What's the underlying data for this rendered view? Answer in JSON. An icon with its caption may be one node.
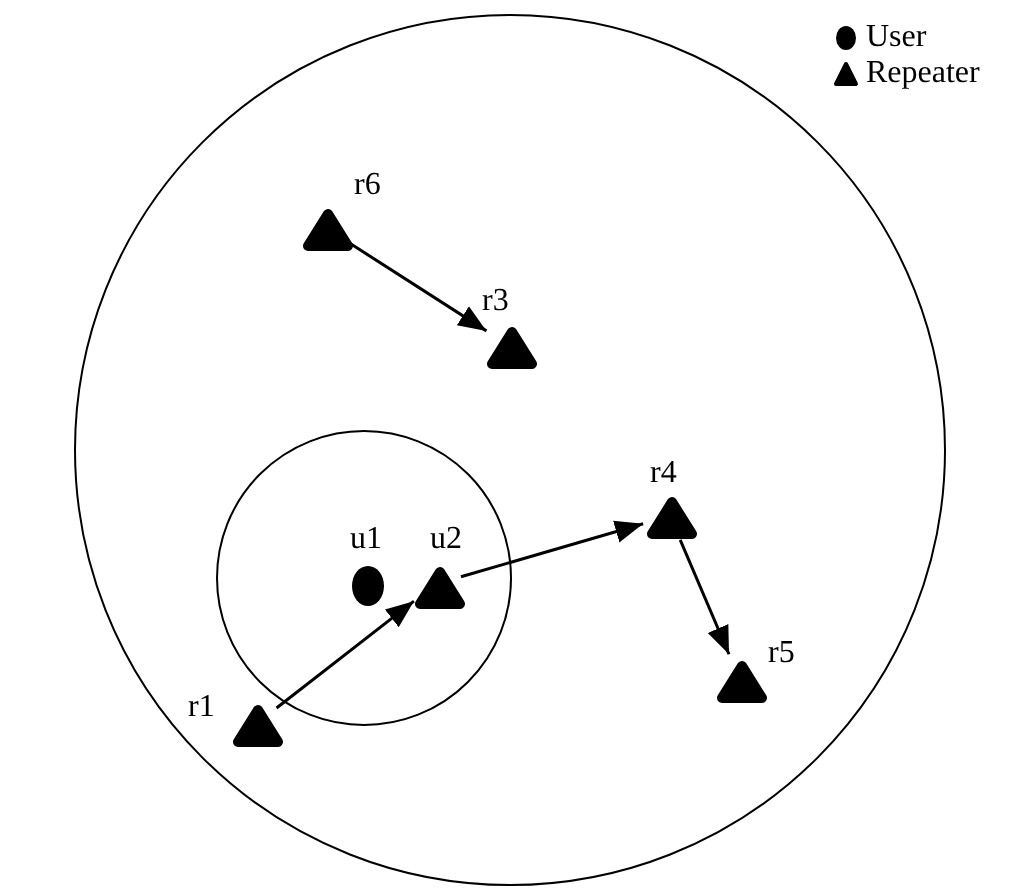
{
  "diagram": {
    "nodes": [
      {
        "text": [],
        "shape": "circle"
      },
      {
        "text": [],
        "shape": "circle",
        "in": 0
      },
      {
        "text": [],
        "shape": "triangle",
        "beside": [
          "r6"
        ],
        "in": 0
      },
      {
        "text": [],
        "shape": "triangle",
        "beside": [
          "r3"
        ],
        "in": 0
      },
      {
        "text": [],
        "shape": "triangle",
        "beside": [
          "r4"
        ],
        "in": 0
      },
      {
        "text": [],
        "shape": "circle",
        "beside": [
          "u1"
        ],
        "in": 1
      },
      {
        "text": [],
        "shape": "triangle",
        "beside": [
          "u2"
        ],
        "in": 1
      },
      {
        "text": [],
        "shape": "triangle",
        "beside": [
          "r5"
        ],
        "in": 0
      },
      {
        "text": [],
        "shape": "triangle",
        "beside": [
          "r1"
        ],
        "in": 0
      }
    ],
    "edges": [
      {
        "from": 2,
        "to": 3,
        "arrow": "to"
      },
      {
        "from": 8,
        "to": 6,
        "arrow": "to"
      },
      {
        "from": 6,
        "to": 4,
        "arrow": "to"
      },
      {
        "from": 4,
        "to": 7,
        "arrow": "to"
      }
    ],
    "legend": [
      {
        "text": "User"
      },
      {
        "text": "Repeater"
      }
    ]
  }
}
